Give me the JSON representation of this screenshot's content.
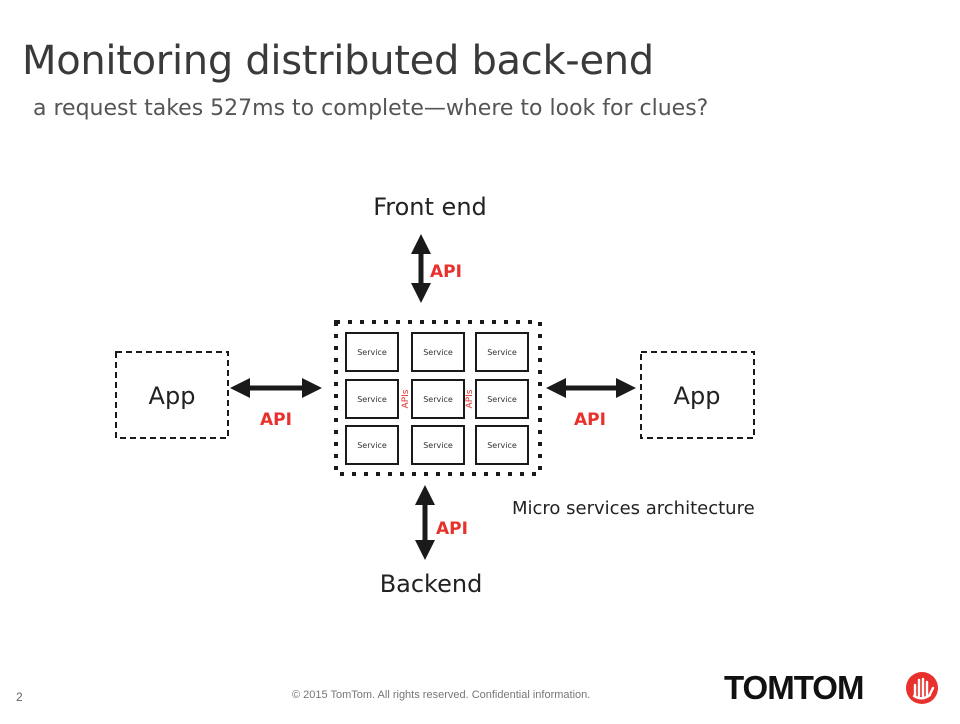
{
  "slide": {
    "title": "Monitoring distributed back-end",
    "subtitle": "a request takes 527ms to complete—where to look for clues?",
    "page_number": "2",
    "copyright": "© 2015 TomTom. All rights reserved. Confidential information.",
    "logo_text": "TOMTOM"
  },
  "diagram": {
    "front_end_label": "Front end",
    "backend_label": "Backend",
    "app_left_label": "App",
    "app_right_label": "App",
    "api_label": "API",
    "apis_label": "APIs",
    "service_label": "Service",
    "micro_services_label": "Micro services architecture",
    "accent_color": "#e8312c",
    "line_color": "#1a1a1a"
  }
}
